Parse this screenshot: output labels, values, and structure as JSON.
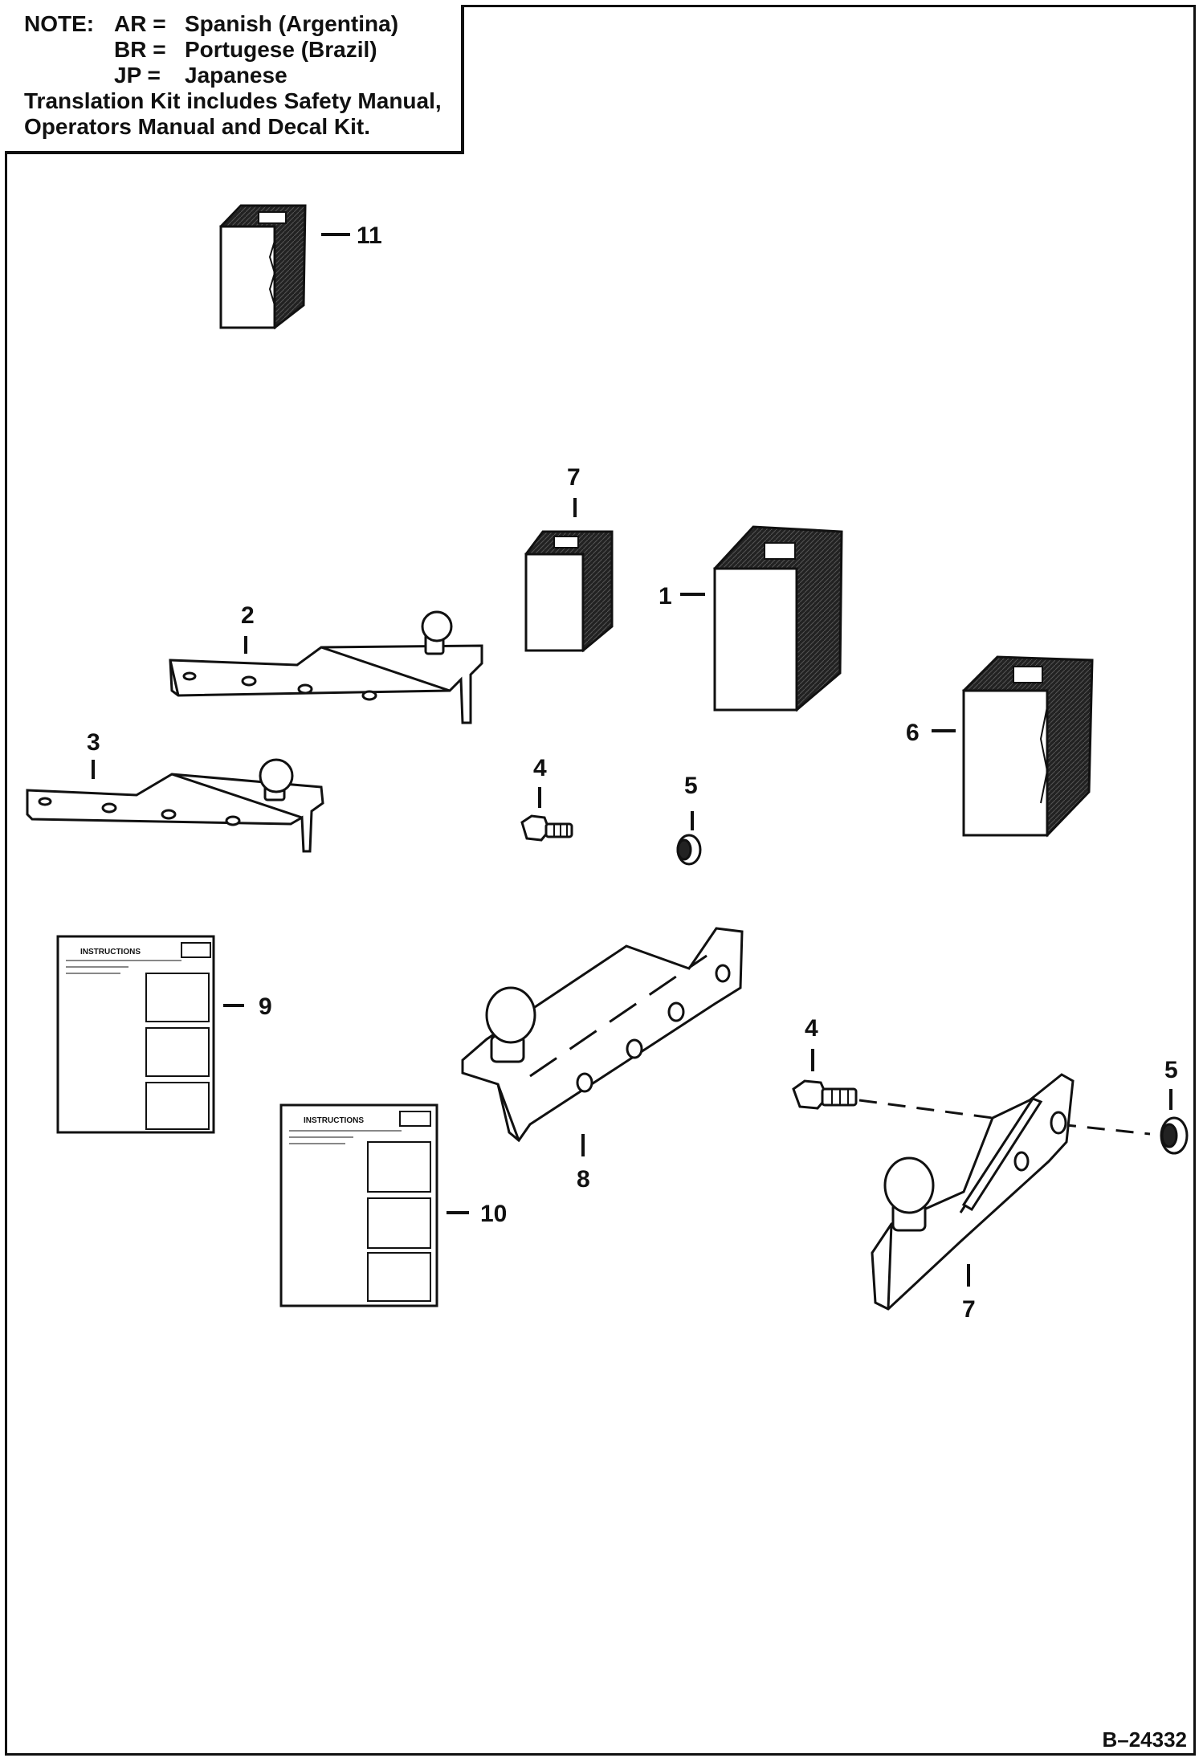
{
  "note": {
    "label": "NOTE:",
    "languages": [
      {
        "code": "AR =",
        "name": "Spanish (Argentina)"
      },
      {
        "code": "BR =",
        "name": "Portugese (Brazil)"
      },
      {
        "code": "JP =",
        "name": "Japanese"
      }
    ],
    "line1": "Translation Kit includes Safety Manual,",
    "line2": "Operators Manual and Decal Kit."
  },
  "callouts": {
    "c1": "1",
    "c2": "2",
    "c3": "3",
    "c4a": "4",
    "c4b": "4",
    "c5a": "5",
    "c5b": "5",
    "c6": "6",
    "c7a": "7",
    "c7b": "7",
    "c8": "8",
    "c9": "9",
    "c10": "10",
    "c11": "11"
  },
  "instructions_heading": "INSTRUCTIONS",
  "figure_code": "B–24332"
}
